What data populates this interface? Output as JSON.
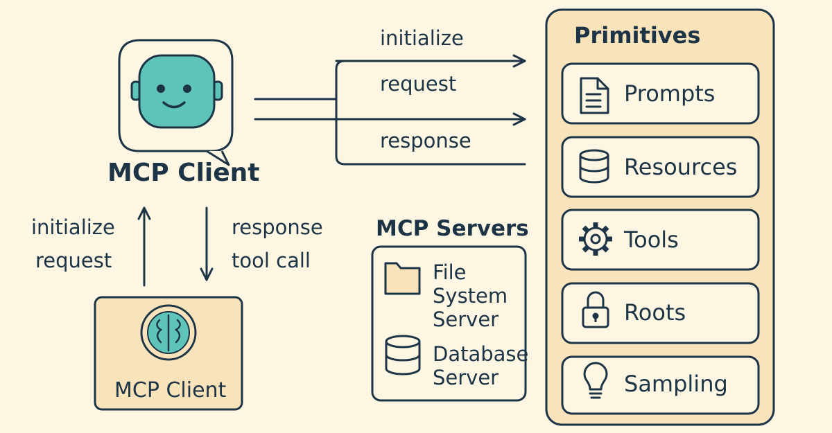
{
  "flows": {
    "initialize": "initialize",
    "request": "request",
    "response": "response"
  },
  "client_top": {
    "title": "MCP Client"
  },
  "client_bottom": {
    "title": "MCP Client"
  },
  "vertical_flows": {
    "up_line1": "initialize",
    "up_line2": "request",
    "down_line1": "response",
    "down_line2": "tool call"
  },
  "servers": {
    "title": "MCP Servers",
    "items": [
      {
        "label": "File System Server",
        "icon": "folder-icon"
      },
      {
        "label": "Database Server",
        "icon": "database-icon"
      }
    ]
  },
  "primitives": {
    "title": "Primitives",
    "items": [
      {
        "label": "Prompts",
        "icon": "document-icon"
      },
      {
        "label": "Resources",
        "icon": "database-icon"
      },
      {
        "label": "Tools",
        "icon": "gear-icon"
      },
      {
        "label": "Roots",
        "icon": "lock-icon"
      },
      {
        "label": "Sampling",
        "icon": "lightbulb-icon"
      }
    ]
  },
  "colors": {
    "background": "#fdf6e3",
    "ink": "#1d3446",
    "panel_fill": "#f8e3bb",
    "teal": "#5fc4b8"
  }
}
